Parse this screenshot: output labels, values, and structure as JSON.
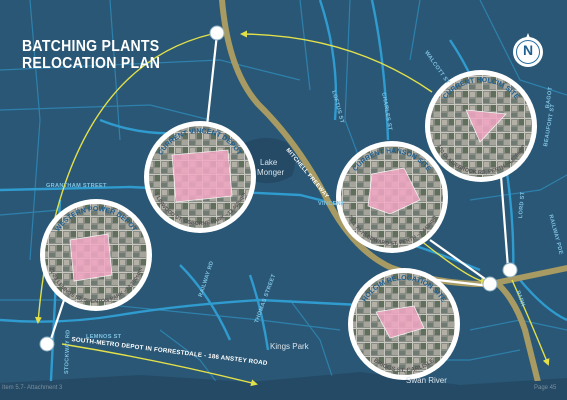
{
  "title": {
    "line1": "BATCHING PLANTS",
    "line2": "RELOCATION PLAN"
  },
  "compass": {
    "label": "N"
  },
  "colors": {
    "water": "#244a66",
    "land_block": "#2a5775",
    "street": "#2f9bcf",
    "freeway": "#a79a62",
    "route_arrow": "#e3e04a",
    "site_highlight": "#f2a7c3",
    "site_title": "#1f5f8f"
  },
  "sites": [
    {
      "id": "vincent",
      "title": "CURRENT VINCENT DEPOT",
      "address": "1 LINWOOD CT, OSBORNE PARK ~13,463sqm"
    },
    {
      "id": "western",
      "title": "WESTERN POWER DEPOT",
      "address": "21-23 LEMNOS ST, SHENTON PARK ~12,250sqm"
    },
    {
      "id": "hanson",
      "title": "CURRENT HANSON SITE",
      "address": "71 & 73-75 EDWARD ST, PERTH ~7,443sqm"
    },
    {
      "id": "holcim",
      "title": "CURRENT HOLCIM SITE",
      "address": "120 CLAISEBROOK RD, PERTH ~4,876sqm"
    },
    {
      "id": "relocation",
      "title": "HOLCIM RELOCATION SITE",
      "address": "BRIGGS ST, CARLISLE"
    }
  ],
  "streets": {
    "grantham": "GRANTHAM STREET",
    "mitchell": "MITCHELL FREEWAY",
    "vincent": "VINCENT",
    "loftus": "LOFTUS ST",
    "charles": "CHARLES ST",
    "walcott": "WALCOTT ST",
    "beaufort": "BEAUFORT ST",
    "railway": "RAILWAY PDE",
    "lord": "LORD ST",
    "lemnos": "LEMNOS ST",
    "railway_rd": "RAILWAY RD",
    "thomas": "THOMAS STREET",
    "stockway": "STOCKWAY RD",
    "bagot": "BAGOT",
    "park": "PARK",
    "dk": "DK"
  },
  "places": {
    "lake_monger_1": "Lake",
    "lake_monger_2": "Monger",
    "kings_park": "Kings Park",
    "swan_river": "Swan River"
  },
  "route_label": "SOUTH-METRO DEPOT IN FORRESTDALE - 186 ANSTEY ROAD",
  "footer": {
    "left": "Item 5.7- Attachment 3",
    "right": "Page 45"
  }
}
